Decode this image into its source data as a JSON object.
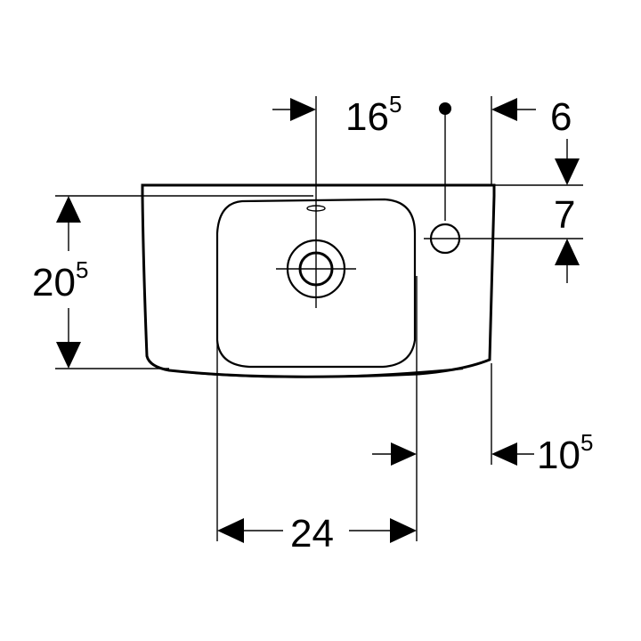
{
  "dimensions": {
    "top_left": {
      "main": "16",
      "sup": "5"
    },
    "top_right": {
      "main": "6",
      "sup": ""
    },
    "right_side": {
      "main": "7",
      "sup": ""
    },
    "left_height": {
      "main": "20",
      "sup": "5"
    },
    "bottom_right": {
      "main": "10",
      "sup": "5"
    },
    "bottom_width": {
      "main": "24",
      "sup": ""
    }
  }
}
